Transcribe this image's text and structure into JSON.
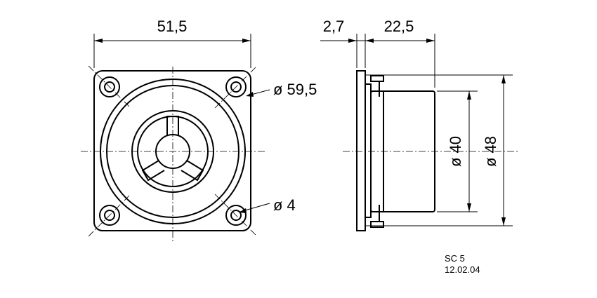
{
  "dimensions": {
    "width_label": "51,5",
    "flange_label": "2,7",
    "depth_label": "22,5",
    "outer_diameter_label": "ø 59,5",
    "hole_diameter_label": "ø 4",
    "magnet_diameter_label": "ø 40",
    "body_diameter_label": "ø 48"
  },
  "title_block": {
    "model": "SC 5",
    "date": "12.02.04"
  }
}
